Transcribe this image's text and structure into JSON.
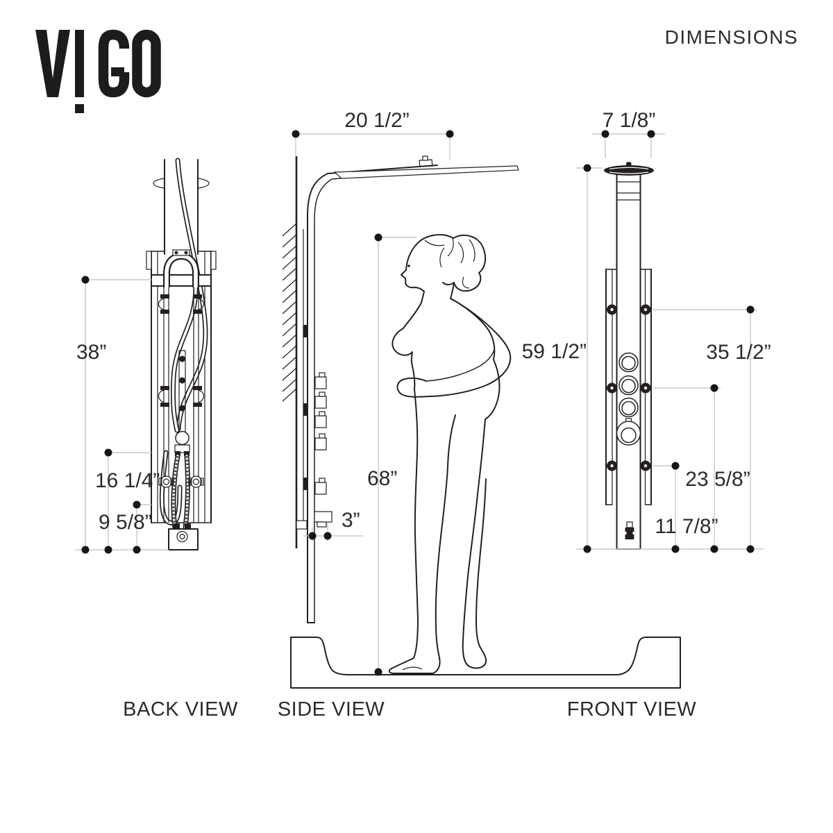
{
  "brand": {
    "logo_text": "VIGO"
  },
  "header": {
    "title": "DIMENSIONS"
  },
  "views": {
    "back": {
      "label": "BACK VIEW",
      "dimensions": {
        "panel_height": "38”",
        "hose_height": "16 1/4”",
        "outlet_height": "9 5/8”"
      }
    },
    "side": {
      "label": "SIDE VIEW",
      "dimensions": {
        "arm_depth": "20 1/2”",
        "user_height": "68”",
        "panel_offset": "3”"
      }
    },
    "front": {
      "label": "FRONT VIEW",
      "dimensions": {
        "showerhead_width": "7 1/8”",
        "overall_height": "59 1/2”",
        "upper_jet_height": "35 1/2”",
        "lower_jet_height": "23 5/8”",
        "outlet_height": "11 7/8”"
      }
    }
  },
  "colors": {
    "background": "#ffffff",
    "line": "#231f20",
    "dimension_line": "#c9c9c9",
    "marker": "#161616",
    "text": "#2b2b2b",
    "logo": "#1c1c1c"
  }
}
